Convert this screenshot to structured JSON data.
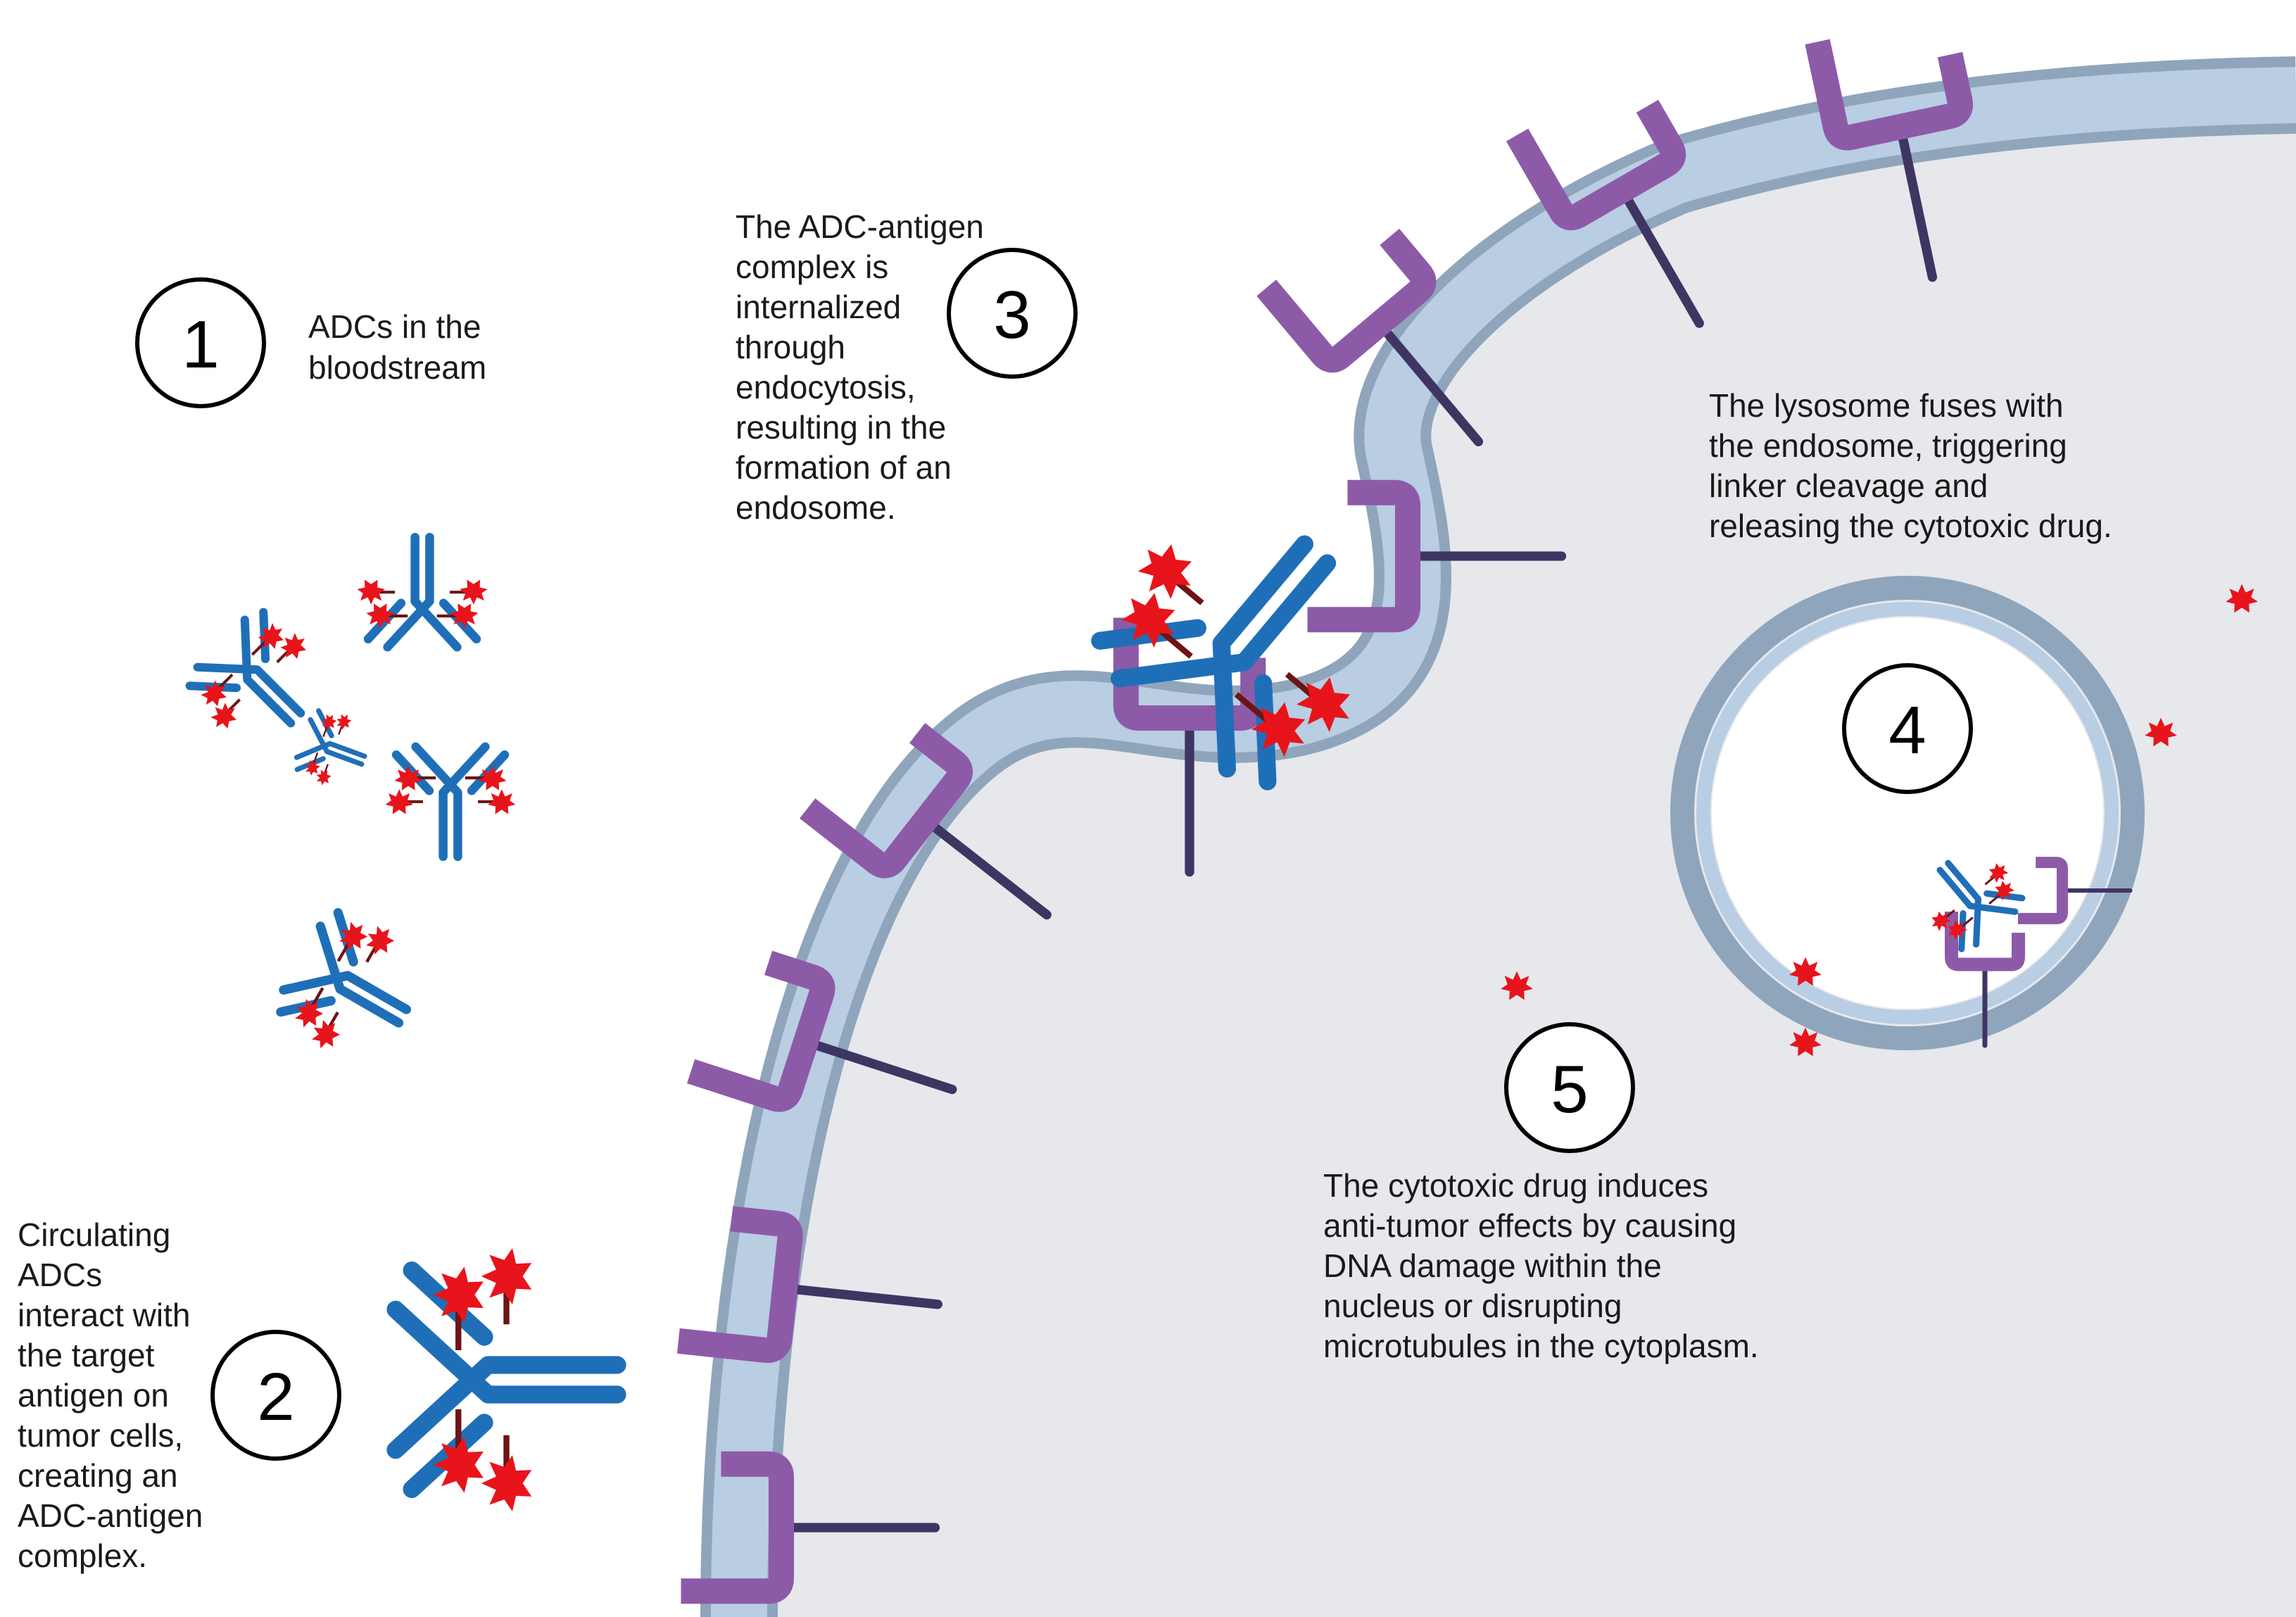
{
  "steps": [
    {
      "number": "1",
      "text": [
        "ADCs in the",
        "bloodstream"
      ]
    },
    {
      "number": "2",
      "text": [
        "Circulating",
        "ADCs",
        "interact with",
        "the target",
        "antigen on",
        "tumor cells,",
        "creating an",
        "ADC-antigen",
        "complex."
      ]
    },
    {
      "number": "3",
      "text": [
        "The ADC-antigen",
        "complex is",
        "internalized",
        "through",
        "endocytosis,",
        "resulting in the",
        "formation of an",
        "endosome."
      ]
    },
    {
      "number": "4",
      "text": [
        "The lysosome fuses with",
        "the endosome, triggering",
        "linker cleavage and",
        "releasing the cytotoxic drug."
      ]
    },
    {
      "number": "5",
      "text": [
        "The cytotoxic drug induces",
        "anti-tumor effects by causing",
        "DNA damage within the",
        "nucleus or disrupting",
        "microtubules in the cytoplasm."
      ]
    }
  ],
  "colors": {
    "antibody": "#1f6fb8",
    "antigen": "#8d5aa8",
    "antigen_stem": "#3f3563",
    "drug": "#e8141b",
    "linker": "#6e1414",
    "membrane_outer": "#8fa5bb",
    "membrane_inner": "#b9cde3",
    "cytoplasm": "#e6e8ec"
  }
}
